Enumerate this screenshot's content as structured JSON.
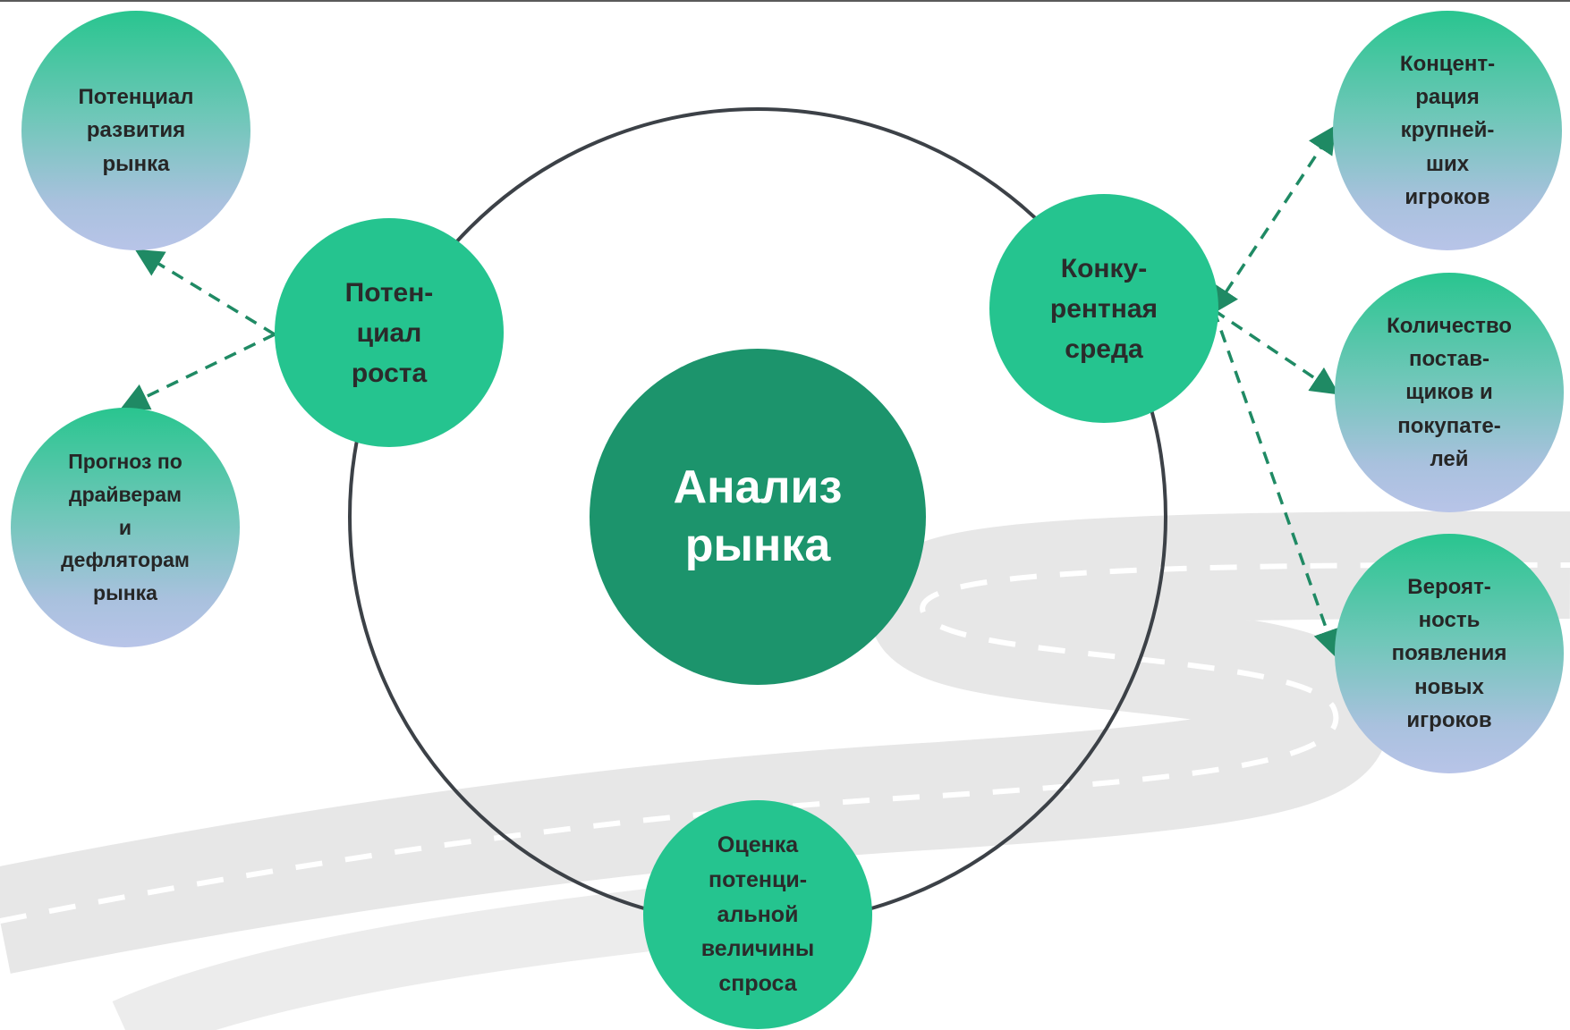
{
  "center": {
    "label": "Анализ\nрынка"
  },
  "main_nodes": {
    "growth": {
      "label": "Потен-\nциал\nроста"
    },
    "competition": {
      "label": "Конку-\nрентная\nсреда"
    },
    "demand": {
      "label": "Оценка\nпотенци-\nальной\nвеличины\nспроса"
    }
  },
  "sub_nodes": {
    "development": {
      "label": "Потенциал\nразвития\nрынка"
    },
    "forecast": {
      "label": "Прогноз по\nдрайверам\nи\nдефляторам\nрынка"
    },
    "concentration": {
      "label": "Концент-\nрация\nкрупней-\nших\nигроков"
    },
    "suppliers": {
      "label": "Количество\nпостав-\nщиков и\nпокупате-\nлей"
    },
    "new_players": {
      "label": "Вероят-\nность\nпоявления\nновых\nигроков"
    }
  },
  "colors": {
    "center": "#1c946c",
    "main": "#25c48f",
    "connector": "#1f8a64",
    "ring": "#3c4147",
    "road": "#e6e6e6"
  }
}
